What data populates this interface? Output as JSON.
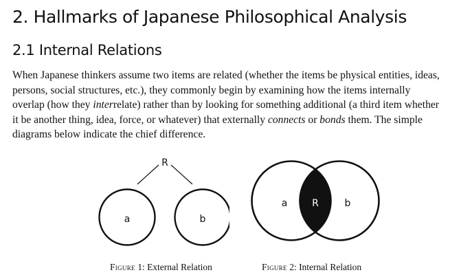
{
  "section_title": "2. Hallmarks of Japanese Philosophical Analysis",
  "subsection_title": "2.1 Internal Relations",
  "paragraph": {
    "line1": "When Japanese thinkers assume two items are related (whether the items be physical entities, ideas,",
    "line2": "persons, social structures, etc.), they commonly begin by examining how the items internally",
    "line3_a": "overlap (how they ",
    "line3_em": "inter",
    "line3_b": "relate) rather than by looking for something additional (a third item whether",
    "line4_a": "it be another thing, idea, force, or whatever) that externally ",
    "line4_em1": "connects",
    "line4_b": " or ",
    "line4_em2": "bonds",
    "line4_c": " them. The simple",
    "line5": "diagrams below indicate the chief difference."
  },
  "figure1": {
    "relation_label": "R",
    "left_label": "a",
    "right_label": "b",
    "caption_word": "Figure",
    "caption_rest": " 1: External Relation"
  },
  "figure2": {
    "left_label": "a",
    "overlap_label": "R",
    "right_label": "b",
    "caption_word": "Figure",
    "caption_rest": " 2: Internal Relation"
  },
  "colors": {
    "text": "#111111",
    "overlap_fill": "#111111",
    "overlap_label": "#ffffff",
    "circle_stroke": "#111111"
  }
}
